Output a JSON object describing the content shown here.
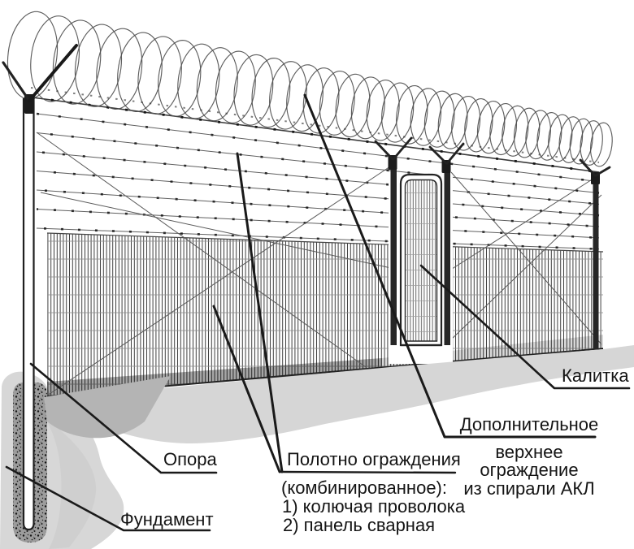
{
  "diagram_labels": {
    "support": {
      "text": "Опора"
    },
    "foundation": {
      "text": "Фундамент"
    },
    "fence_panel": {
      "line1": "Полотно ограждения",
      "line2": "(комбинированное):",
      "line3": "1) колючая проволока",
      "line4": "2) панель сварная"
    },
    "top_barrier": {
      "line1": "Дополнительное",
      "line2": "верхнее",
      "line3": "ограждение",
      "line4": "из спирали АКЛ"
    },
    "gate": {
      "text": "Калитка"
    }
  },
  "colors": {
    "background": "#ffffff",
    "ink": "#1a1a1a",
    "wire": "#5a5a5a",
    "mesh": "#3d3d3d",
    "ground_light": "#d6d6d6",
    "ground_shadow": "#b4b4b4",
    "concrete": "#9c9c9c"
  }
}
